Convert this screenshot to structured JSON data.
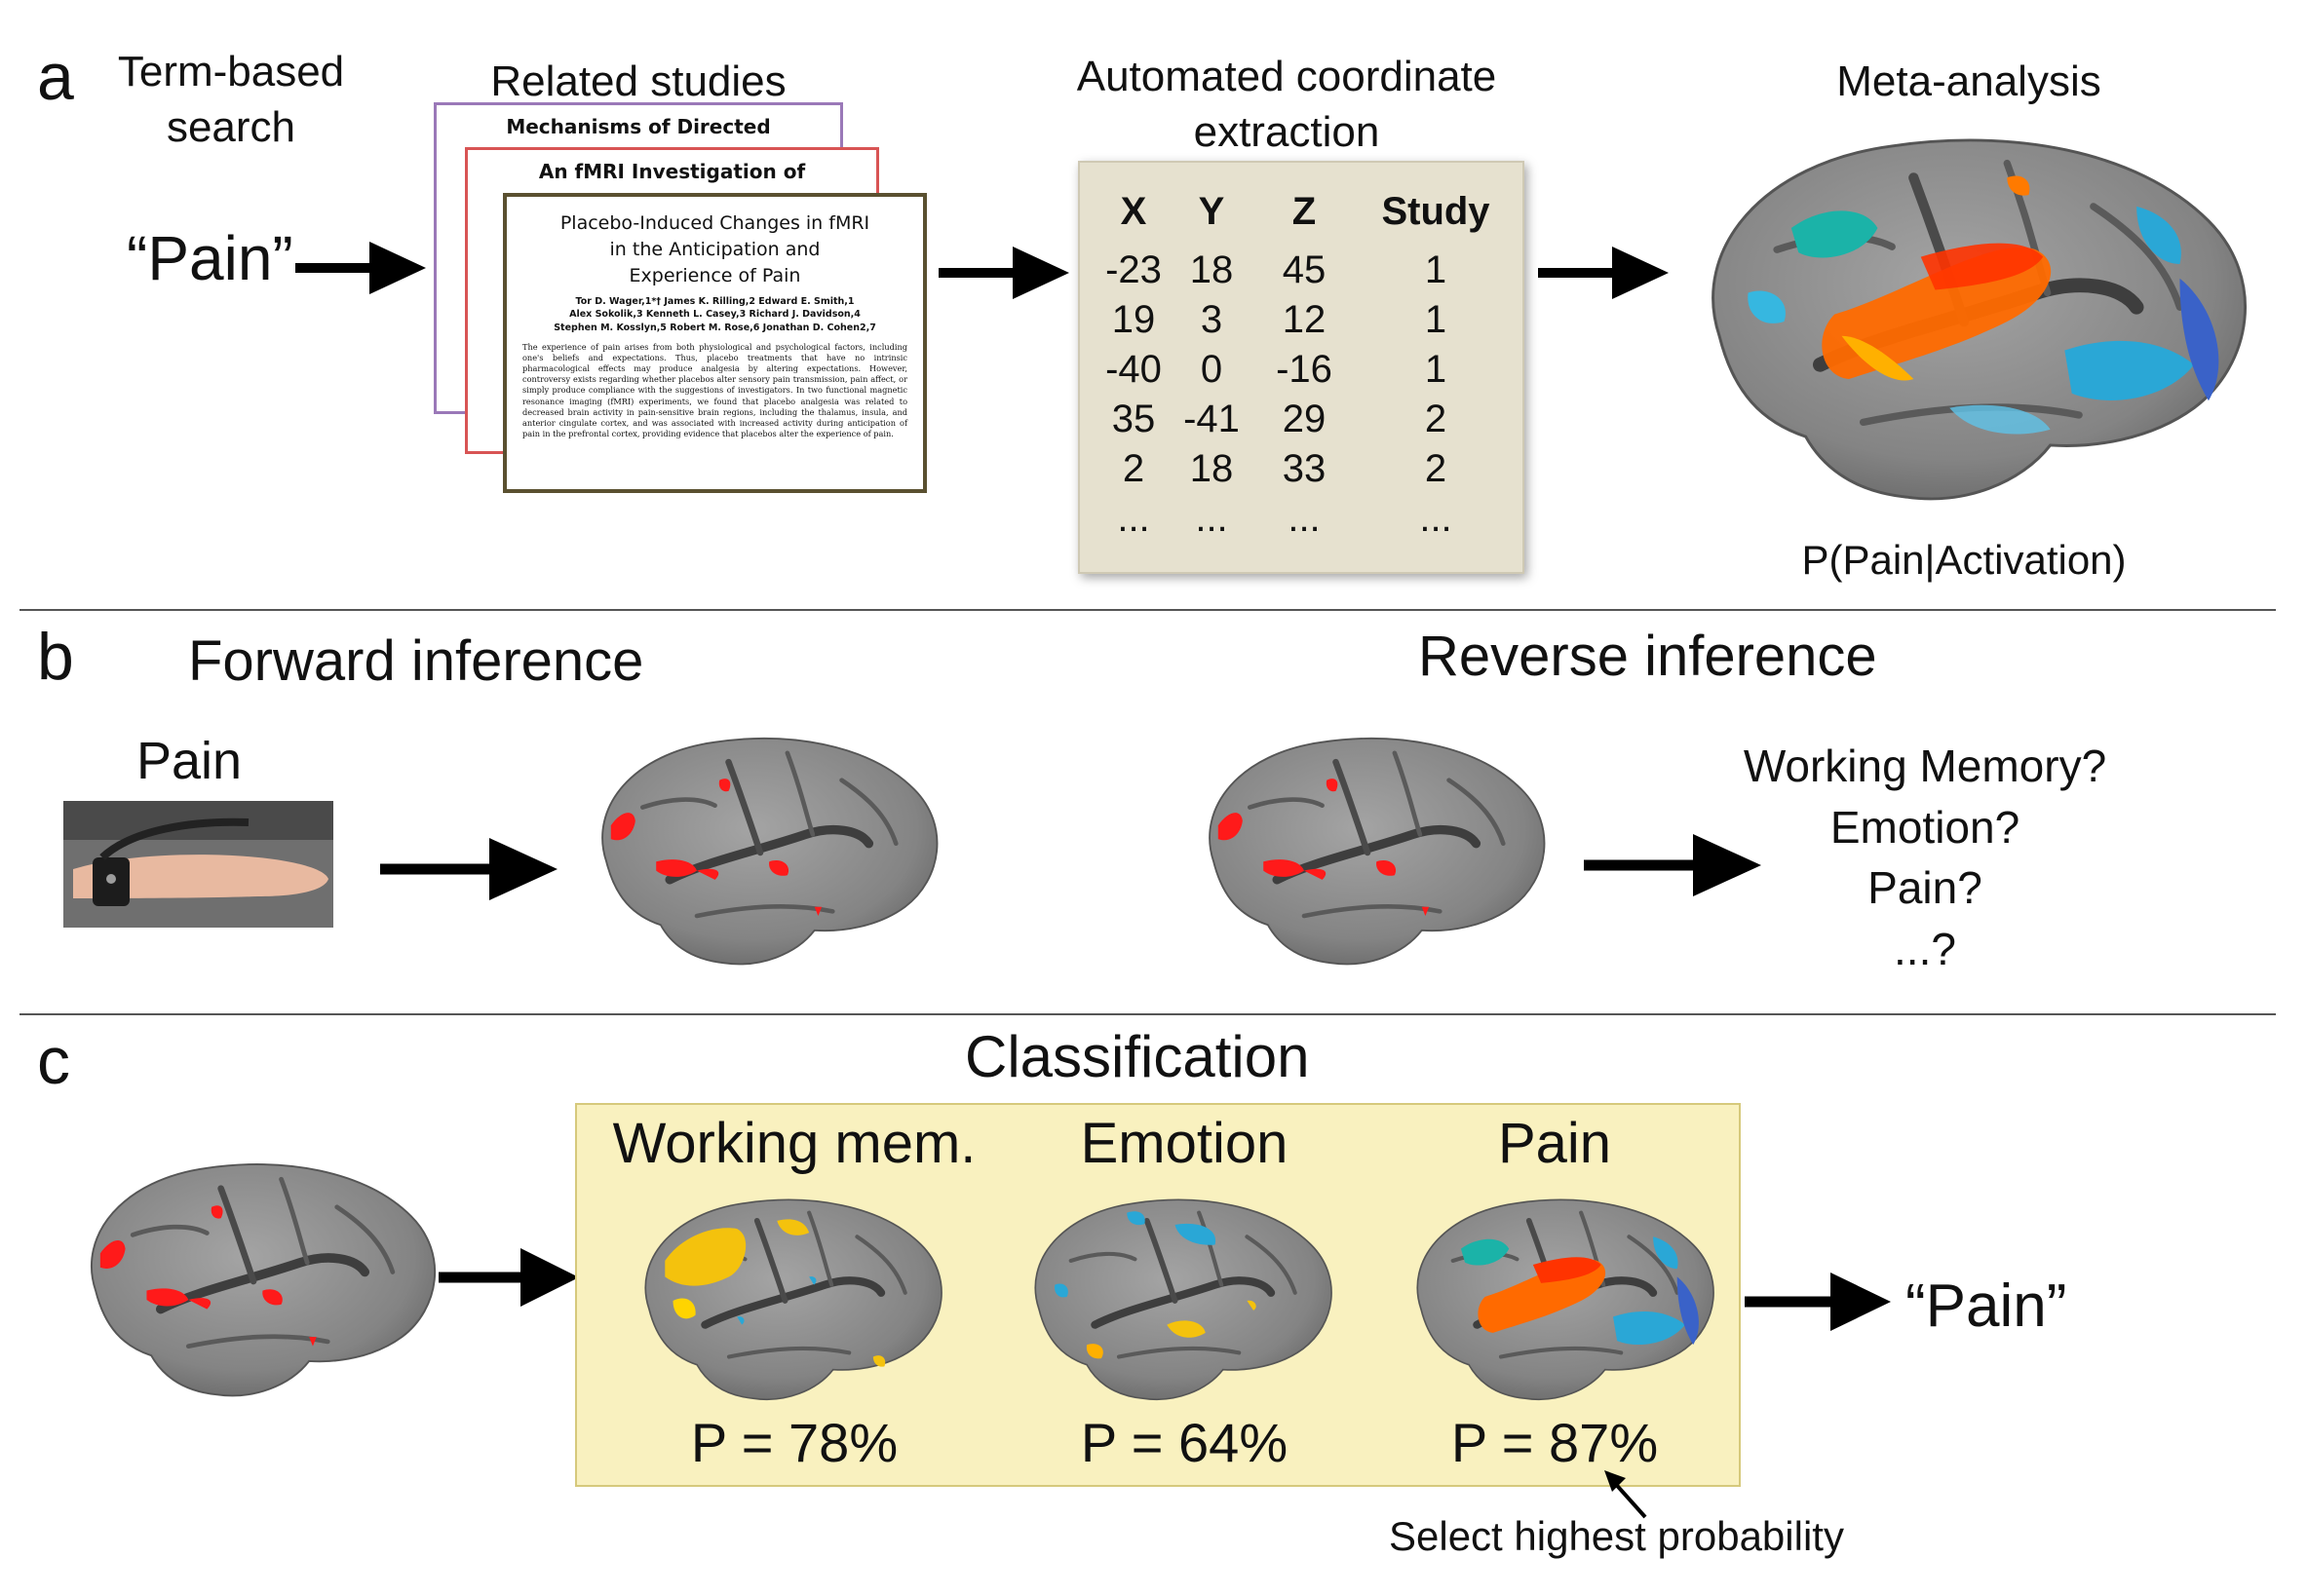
{
  "panel_a": {
    "letter": "a",
    "search_label_1": "Term-based",
    "search_label_2": "search",
    "search_term": "“Pain”",
    "related_label": "Related studies",
    "paper_back_title": "Mechanisms of Directed",
    "paper_mid_title": "An fMRI Investigation of",
    "paper_front_title_1": "Placebo-Induced Changes in fMRI",
    "paper_front_title_2": "in the Anticipation and",
    "paper_front_title_3": "Experience of Pain",
    "paper_authors_1": "Tor D. Wager,1*† James K. Rilling,2 Edward E. Smith,1",
    "paper_authors_2": "Alex Sokolik,3 Kenneth L. Casey,3 Richard J. Davidson,4",
    "paper_authors_3": "Stephen M. Kosslyn,5 Robert M. Rose,6 Jonathan D. Cohen2,7",
    "paper_abstract": "The experience of pain arises from both physiological and psychological factors, including one's beliefs and expectations. Thus, placebo treatments that have no intrinsic pharmacological effects may produce analgesia by altering expectations. However, controversy exists regarding whether placebos alter sensory pain transmission, pain affect, or simply produce compliance with the suggestions of investigators. In two functional magnetic resonance imaging (fMRI) experiments, we found that placebo analgesia was related to decreased brain activity in pain-sensitive brain regions, including the thalamus, insula, and anterior cingulate cortex, and was associated with increased activity during anticipation of pain in the prefrontal cortex, providing evidence that placebos alter the experience of pain.",
    "extraction_label_1": "Automated coordinate",
    "extraction_label_2": "extraction",
    "table_headers": [
      "X",
      "Y",
      "Z",
      "Study"
    ],
    "table_rows": [
      [
        "-23",
        "18",
        "45",
        "1"
      ],
      [
        "19",
        "3",
        "12",
        "1"
      ],
      [
        "-40",
        "0",
        "-16",
        "1"
      ],
      [
        "35",
        "-41",
        "29",
        "2"
      ],
      [
        "2",
        "18",
        "33",
        "2"
      ],
      [
        "...",
        "...",
        "...",
        "..."
      ]
    ],
    "meta_label": "Meta-analysis",
    "meta_caption": "P(Pain|Activation)"
  },
  "panel_b": {
    "letter": "b",
    "forward_label": "Forward inference",
    "reverse_label": "Reverse inference",
    "stimulus_label": "Pain",
    "reverse_options": [
      "Working Memory?",
      "Emotion?",
      "Pain?",
      "...?"
    ]
  },
  "panel_c": {
    "letter": "c",
    "title": "Classification",
    "classes": [
      {
        "label": "Working mem.",
        "prob": "P = 78%"
      },
      {
        "label": "Emotion",
        "prob": "P = 64%"
      },
      {
        "label": "Pain",
        "prob": "P = 87%"
      }
    ],
    "result": "“Pain”",
    "note": "Select highest probability"
  },
  "colors": {
    "brain": "#8c8c8c",
    "activation": "#ff1a1a",
    "hot": "#ff6a00",
    "cool": "#2aa7d6",
    "panel_bg": "#f9f1bf",
    "table_bg": "#e6e1cf"
  }
}
